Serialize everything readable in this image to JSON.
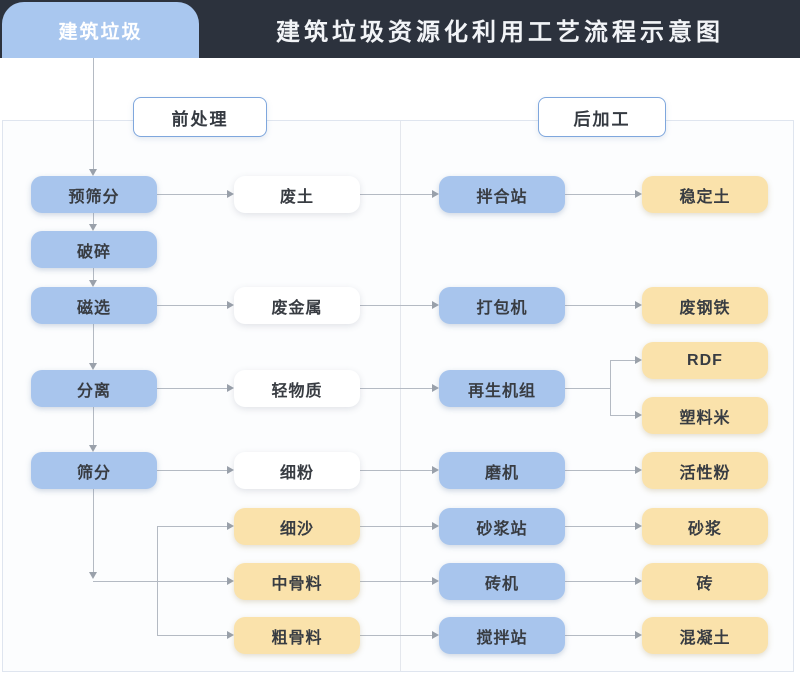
{
  "header": {
    "tab_label": "建筑垃圾",
    "title": "建筑垃圾资源化利用工艺流程示意图"
  },
  "sections": [
    {
      "id": "pre",
      "label": "前处理"
    },
    {
      "id": "post",
      "label": "后加工"
    }
  ],
  "colors": {
    "header_bg": "#2c323d",
    "title_text": "#f2f4f7",
    "tab_bg": "#a9c7ef",
    "node_blue": "#a8c5ed",
    "node_yellow": "#fae2ab",
    "node_white": "#ffffff",
    "connector": "#b4bac3",
    "panel_border": "#dfe5ef",
    "section_border": "#7fa7dd",
    "node_text": "#383c42"
  },
  "flow": {
    "source": {
      "id": "jianzhulaji",
      "label": "建筑垃圾"
    },
    "nodes": [
      {
        "id": "yushaifen",
        "label": "预筛分",
        "style": "blue",
        "col": 1,
        "row": "r1"
      },
      {
        "id": "posui",
        "label": "破碎",
        "style": "blue",
        "col": 1,
        "row": "r2"
      },
      {
        "id": "cixuan",
        "label": "磁选",
        "style": "blue",
        "col": 1,
        "row": "r3"
      },
      {
        "id": "fenli",
        "label": "分离",
        "style": "blue",
        "col": 1,
        "row": "r4"
      },
      {
        "id": "shaifen",
        "label": "筛分",
        "style": "blue",
        "col": 1,
        "row": "r5"
      },
      {
        "id": "feitu",
        "label": "废土",
        "style": "white",
        "col": 2,
        "row": "r1"
      },
      {
        "id": "feijinshu",
        "label": "废金属",
        "style": "white",
        "col": 2,
        "row": "r3"
      },
      {
        "id": "qingwuzhi",
        "label": "轻物质",
        "style": "white",
        "col": 2,
        "row": "r4"
      },
      {
        "id": "xifen",
        "label": "细粉",
        "style": "white",
        "col": 2,
        "row": "r5"
      },
      {
        "id": "xisha",
        "label": "细沙",
        "style": "yellow",
        "col": 2,
        "row": "r6"
      },
      {
        "id": "zhongguliao",
        "label": "中骨料",
        "style": "yellow",
        "col": 2,
        "row": "r7"
      },
      {
        "id": "cuguliao",
        "label": "粗骨料",
        "style": "yellow",
        "col": 2,
        "row": "r8"
      },
      {
        "id": "banhezhan",
        "label": "拌合站",
        "style": "blue",
        "col": 3,
        "row": "r1"
      },
      {
        "id": "dabaoji",
        "label": "打包机",
        "style": "blue",
        "col": 3,
        "row": "r3"
      },
      {
        "id": "zaishengjizu",
        "label": "再生机组",
        "style": "blue",
        "col": 3,
        "row": "r4"
      },
      {
        "id": "moji",
        "label": "磨机",
        "style": "blue",
        "col": 3,
        "row": "r5"
      },
      {
        "id": "shajiangzhan",
        "label": "砂浆站",
        "style": "blue",
        "col": 3,
        "row": "r6"
      },
      {
        "id": "zhuanji",
        "label": "砖机",
        "style": "blue",
        "col": 3,
        "row": "r7"
      },
      {
        "id": "jiaobanzhan",
        "label": "搅拌站",
        "style": "blue",
        "col": 3,
        "row": "r8"
      },
      {
        "id": "wendingtu",
        "label": "稳定土",
        "style": "yellow",
        "col": 4,
        "row": "r1"
      },
      {
        "id": "feigangtie",
        "label": "废钢铁",
        "style": "yellow",
        "col": 4,
        "row": "r3"
      },
      {
        "id": "rdf",
        "label": "RDF",
        "style": "yellow",
        "col": 4,
        "row": "rdf"
      },
      {
        "id": "suliaomi",
        "label": "塑料米",
        "style": "yellow",
        "col": 4,
        "row": "pl"
      },
      {
        "id": "huoxingfen",
        "label": "活性粉",
        "style": "yellow",
        "col": 4,
        "row": "r5"
      },
      {
        "id": "shajiang",
        "label": "砂浆",
        "style": "yellow",
        "col": 4,
        "row": "r6"
      },
      {
        "id": "zhuan",
        "label": "砖",
        "style": "yellow",
        "col": 4,
        "row": "r7"
      },
      {
        "id": "hunningtu",
        "label": "混凝土",
        "style": "yellow",
        "col": 4,
        "row": "r8"
      }
    ],
    "edges": [
      {
        "from": "jianzhulaji",
        "to": "yushaifen"
      },
      {
        "from": "yushaifen",
        "to": "posui"
      },
      {
        "from": "posui",
        "to": "cixuan"
      },
      {
        "from": "cixuan",
        "to": "fenli"
      },
      {
        "from": "fenli",
        "to": "shaifen"
      },
      {
        "from": "yushaifen",
        "to": "feitu"
      },
      {
        "from": "cixuan",
        "to": "feijinshu"
      },
      {
        "from": "fenli",
        "to": "qingwuzhi"
      },
      {
        "from": "shaifen",
        "to": "xifen"
      },
      {
        "from": "shaifen",
        "to": "xisha"
      },
      {
        "from": "shaifen",
        "to": "zhongguliao"
      },
      {
        "from": "shaifen",
        "to": "cuguliao"
      },
      {
        "from": "feitu",
        "to": "banhezhan"
      },
      {
        "from": "feijinshu",
        "to": "dabaoji"
      },
      {
        "from": "qingwuzhi",
        "to": "zaishengjizu"
      },
      {
        "from": "xifen",
        "to": "moji"
      },
      {
        "from": "xisha",
        "to": "shajiangzhan"
      },
      {
        "from": "zhongguliao",
        "to": "zhuanji"
      },
      {
        "from": "cuguliao",
        "to": "jiaobanzhan"
      },
      {
        "from": "banhezhan",
        "to": "wendingtu"
      },
      {
        "from": "dabaoji",
        "to": "feigangtie"
      },
      {
        "from": "zaishengjizu",
        "to": "rdf"
      },
      {
        "from": "zaishengjizu",
        "to": "suliaomi"
      },
      {
        "from": "moji",
        "to": "huoxingfen"
      },
      {
        "from": "shajiangzhan",
        "to": "shajiang"
      },
      {
        "from": "zhuanji",
        "to": "zhuan"
      },
      {
        "from": "jiaobanzhan",
        "to": "hunningtu"
      }
    ]
  }
}
